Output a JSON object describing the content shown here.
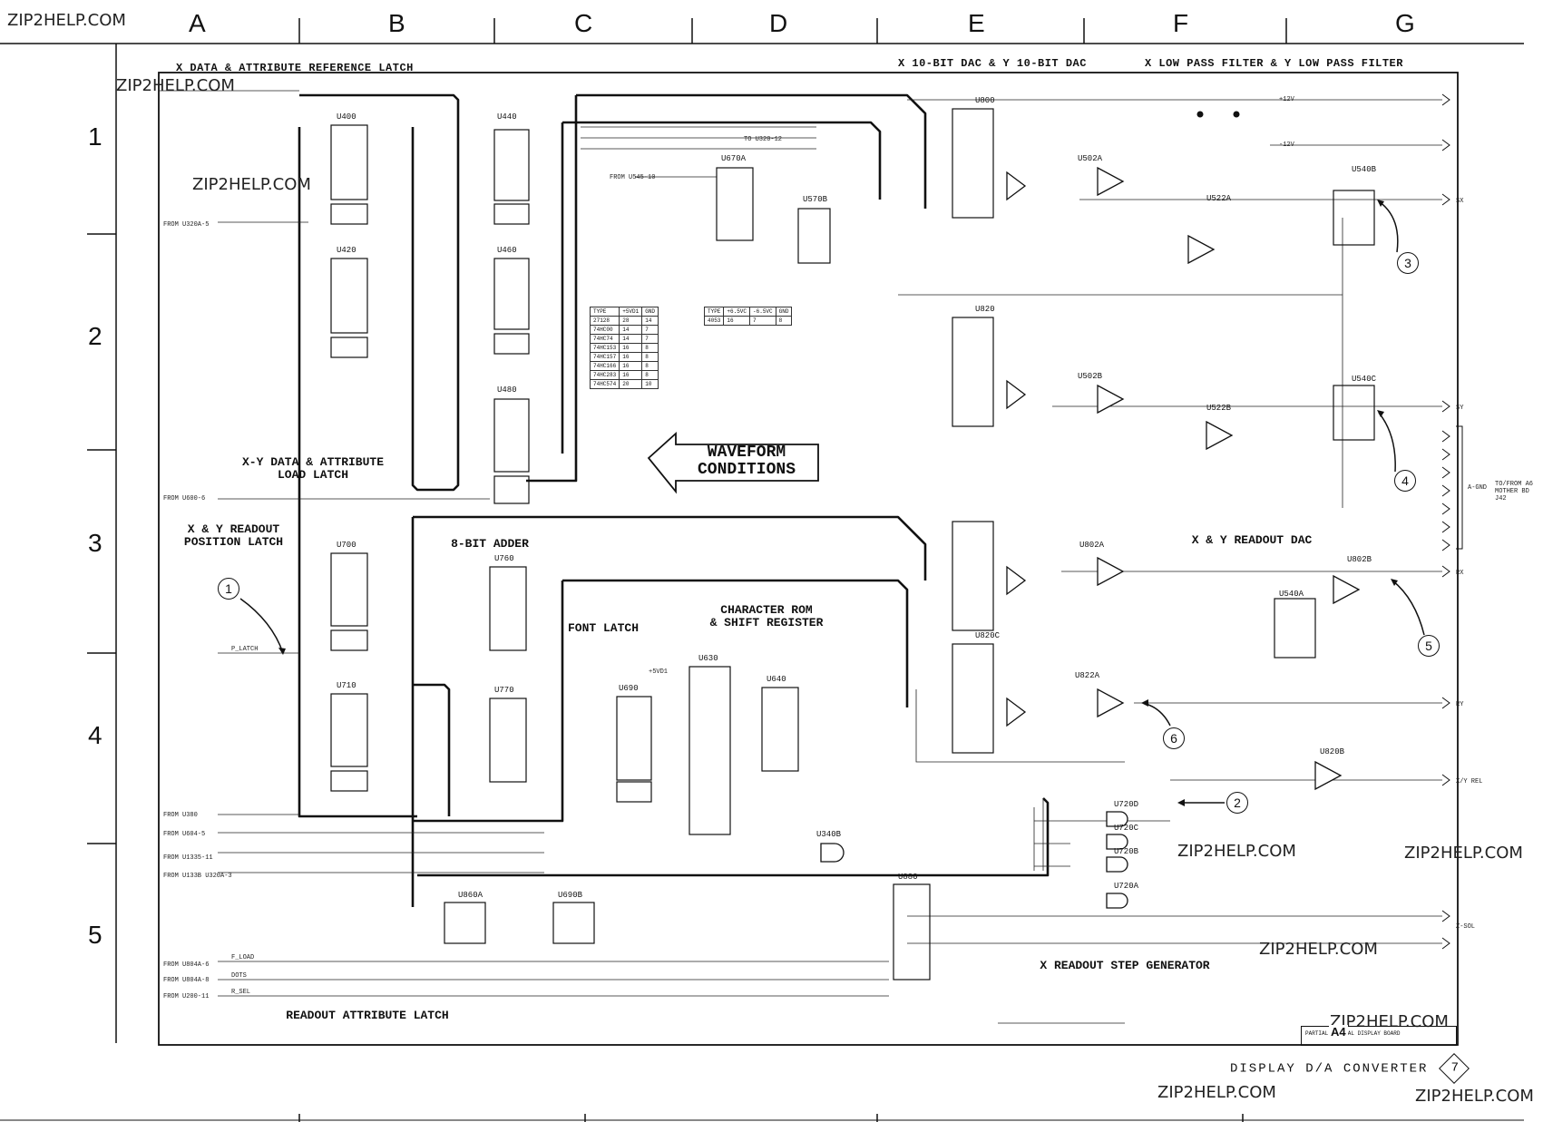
{
  "watermarks": [
    "ZIP2HELP.COM",
    "ZIP2HELP.COM",
    "ZIP2HELP.COM",
    "ZIP2HELP.COM",
    "ZIP2HELP.COM",
    "ZIP2HELP.COM",
    "ZIP2HELP.COM",
    "ZIP2HELP.COM",
    "ZIP2HELP.COM"
  ],
  "zone_columns": [
    "A",
    "B",
    "C",
    "D",
    "E",
    "F",
    "G"
  ],
  "zone_rows": [
    "1",
    "2",
    "3",
    "4",
    "5"
  ],
  "section_headers": {
    "x_data_latch": "X DATA & ATTRIBUTE REFERENCE LATCH",
    "dac": "X 10-BIT DAC & Y 10-BIT DAC",
    "lpf": "X LOW PASS FILTER & Y LOW PASS FILTER",
    "xy_load_latch": "X-Y DATA & ATTRIBUTE\nLOAD LATCH",
    "readout_position_latch": "X & Y READOUT\nPOSITION LATCH",
    "adder": "8-BIT ADDER",
    "font_latch": "FONT LATCH",
    "char_rom": "CHARACTER ROM\n& SHIFT REGISTER",
    "readout_dac": "X & Y READOUT DAC",
    "step_generator": "X READOUT STEP GENERATOR",
    "attribute_latch": "READOUT ATTRIBUTE LATCH",
    "waveform_conditions": "WAVEFORM\nCONDITIONS"
  },
  "components": {
    "u400": "U400",
    "u420": "U420",
    "u440": "U440",
    "u460": "U460",
    "u480": "U480",
    "u700": "U700",
    "u710": "U710",
    "u760": "U760",
    "u770": "U770",
    "u670a": "U670A",
    "u570b": "U570B",
    "u690": "U690",
    "u630": "U630",
    "u640": "U640",
    "u800": "U800",
    "u820": "U820",
    "u802a": "U802A",
    "u502a": "U502A",
    "u502b": "U502B",
    "u522a": "U522A",
    "u522b": "U522B",
    "u540b": "U540B",
    "u540c": "U540C",
    "u540a": "U540A",
    "u802b": "U802B",
    "u820b": "U820B",
    "u822a": "U822A",
    "u820c": "U820C",
    "u340b": "U340B",
    "u880": "U880",
    "u860a": "U860A",
    "u690b": "U690B",
    "u720d": "U720D",
    "u720c": "U720C",
    "u720b": "U720B",
    "u720a": "U720A"
  },
  "signals": {
    "from_u3204": "FROM U320A-5",
    "from_u600": "FROM U600-6",
    "from_u380": "FROM U380",
    "from_u6045": "FROM U604-5",
    "from_u1335": "FROM U1335-11",
    "from_u1338": "FROM U133B U320A-3",
    "from_u8046": "FROM U804A-6",
    "from_u8048": "FROM U804A-8",
    "from_u2003": "FROM U200-11",
    "to_u320": "TO U320-12",
    "from_u5410": "FROM U545-10",
    "p_latch": "P_LATCH",
    "load": "F_LOAD",
    "dots": "DOTS",
    "r_sel": "R_SEL",
    "plus12v": "+12V",
    "minus12v": "-12V",
    "plus5vd1": "+5VD1",
    "sx_out": "SX",
    "sy_out": "SY",
    "rx_out": "RX",
    "ry_out": "RY",
    "xy_rel": "X/Y REL",
    "a_gnd": "A-GND",
    "z_axis": "Z-SOL",
    "j42": "TO/FROM A6 MOTHER BD J42"
  },
  "part_table_a": {
    "header": [
      "TYPE",
      "+5VD1",
      "GND"
    ],
    "rows": [
      [
        "27128",
        "28",
        "14"
      ],
      [
        "74HC00",
        "14",
        "7"
      ],
      [
        "74HC74",
        "14",
        "7"
      ],
      [
        "74HC153",
        "16",
        "8"
      ],
      [
        "74HC157",
        "16",
        "8"
      ],
      [
        "74HC166",
        "16",
        "8"
      ],
      [
        "74HC283",
        "16",
        "8"
      ],
      [
        "74HC574",
        "20",
        "10"
      ]
    ]
  },
  "part_table_b": {
    "header": [
      "TYPE",
      "+6.5VC",
      "-6.5VC",
      "GND"
    ],
    "rows": [
      [
        "4053",
        "16",
        "7",
        "8"
      ]
    ]
  },
  "callouts": [
    "1",
    "2",
    "3",
    "4",
    "5",
    "6"
  ],
  "title_block": {
    "board": "A4",
    "label": "PARTIAL   DIGITAL DISPLAY BOARD"
  },
  "footer": {
    "title": "DISPLAY D/A CONVERTER",
    "number": "7"
  }
}
